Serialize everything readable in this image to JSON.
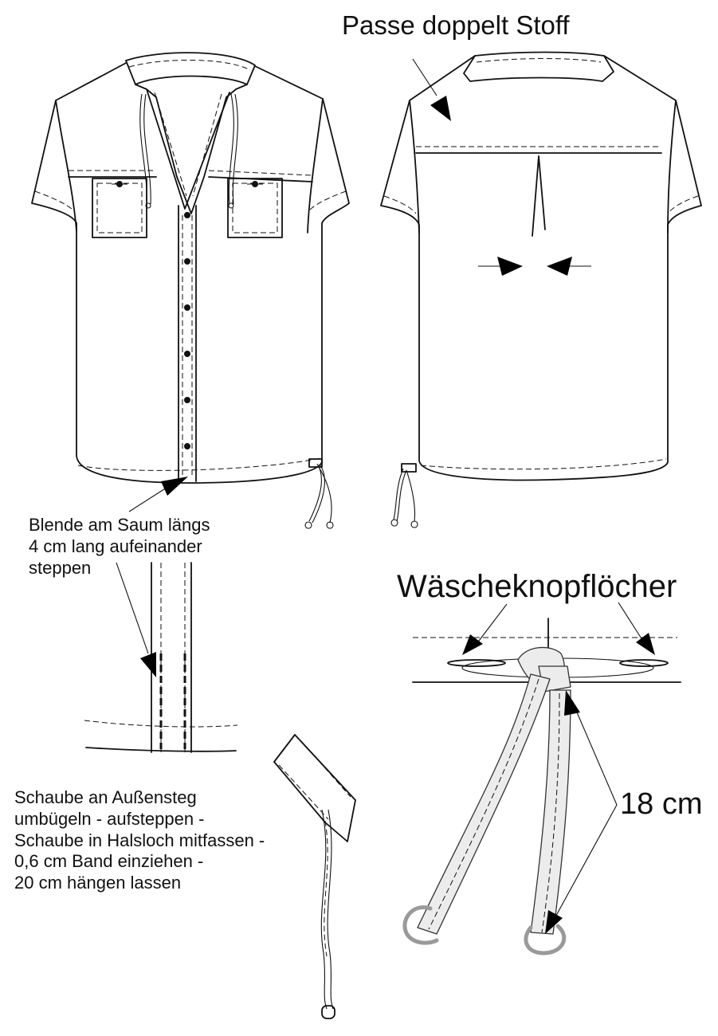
{
  "labels": {
    "passe": "Passe doppelt Stoff",
    "blende": [
      "Blende am Saum längs",
      "4 cm lang aufeinander",
      "steppen"
    ],
    "waesche": "Wäscheknopflöcher",
    "length": "18 cm",
    "schaube": [
      "Schaube an Außensteg",
      "umbügeln - aufsteppen -",
      "Schaube in Halsloch mitfassen -",
      "0,6 cm Band einziehen -",
      "20 cm hängen lassen"
    ]
  },
  "icons": {
    "arrow": "filled-triangle-arrowhead",
    "dart_marker": "filled-triangle-notch",
    "button": "filled-circle-button",
    "cord_end": "grey-ring-loop"
  },
  "colors": {
    "line": "#111111",
    "tape_fill": "#ececec",
    "ring": "#9a9a9a"
  }
}
